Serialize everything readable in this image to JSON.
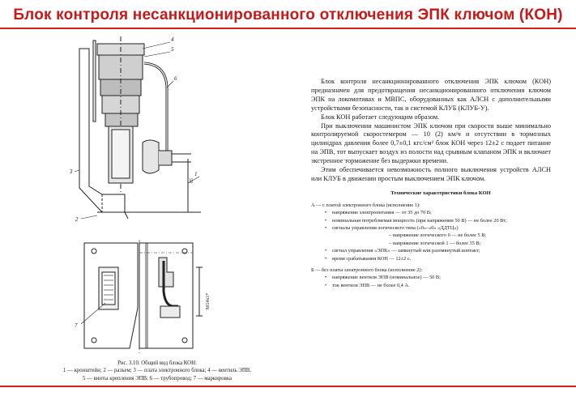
{
  "title": "Блок контроля несанкционированного отключения ЭПК ключом (КОН)",
  "figure": {
    "callouts": [
      "4",
      "5",
      "6",
      "3",
      "1",
      "2",
      "7"
    ],
    "dimension_label": "85",
    "thread_label": "M14x1*",
    "caption_title": "Рис. 3.10. Общий вид блока КОН:",
    "caption_line1": "1 — кронштейн; 2 — разъем; 3 — плата электронного блока; 4 — вентиль ЭПВ,",
    "caption_line2": "5 — винты крепления ЭПВ; 6 — трубопровод; 7 — маркировка"
  },
  "body": {
    "paragraphs": [
      "Блок контроля несанкционированного отключения ЭПК ключом (КОН) предназначен для предотвращения несанкционированного отключения ключом ЭПК на локомотивах и МВПС, оборудованных как АЛСН с дополнительными устройствами безопасности, так и системой КЛУБ (КЛУБ-У).",
      "Блок КОН работает следующим образом.",
      "При выключении машинистом ЭПК ключом при скорости выше минимально контролируемой скоростемером — 10 (2) км/ч и отсутствии в тормозных цилиндрах давления более 0,7±0,1 кгс/см² блок КОН через 12±2 с подает питание на ЭПВ, тот выпускает воздух из полости над срывным клапаном ЭПК и включает экстренное торможение без выдержки времени.",
      "Этим обеспечивается невозможность полного выключения устройств АЛСН или КЛУБ в движении простым выключением ЭПК ключом."
    ],
    "specs_title": "Технические характеристики блока КОН",
    "specs": [
      {
        "level": 0,
        "bullet": "",
        "text": "А — с платой электронного блока (исполнение 1):"
      },
      {
        "level": 1,
        "bullet": "•",
        "text": "напряжение электропитания — от 35 до 70 В;"
      },
      {
        "level": 1,
        "bullet": "•",
        "text": "номинальная потребляемая мощность (при напряжении 50 В) — не более 20 Вт;"
      },
      {
        "level": 1,
        "bullet": "•",
        "text": "сигналы управления логического типа («0»–«0» «ДДТЦ»)"
      },
      {
        "level": 2,
        "bullet": "",
        "text": "– напряжение логического 0 — не более 5 В;"
      },
      {
        "level": 2,
        "bullet": "",
        "text": "– напряжение логической 1 — более 35 В;"
      },
      {
        "level": 1,
        "bullet": "•",
        "text": "сигнал управления «ЭПК» — замкнутый или разомкнутый контакт;"
      },
      {
        "level": 1,
        "bullet": "•",
        "text": "время срабатывания КОН — 12±2 с."
      },
      {
        "level": -1,
        "bullet": "",
        "text": ""
      },
      {
        "level": 0,
        "bullet": "",
        "text": "Б — без платы электронного блока (исполнение 2):"
      },
      {
        "level": 1,
        "bullet": "•",
        "text": "напряжение вентиля ЭПВ (номинальное) — 50 В;"
      },
      {
        "level": 1,
        "bullet": "•",
        "text": "ток вентиля ЭПВ — не более 0,4 А."
      }
    ]
  },
  "colors": {
    "title": "#c61a1a",
    "rule": "#d21f1f",
    "ink": "#1a1a1a"
  }
}
